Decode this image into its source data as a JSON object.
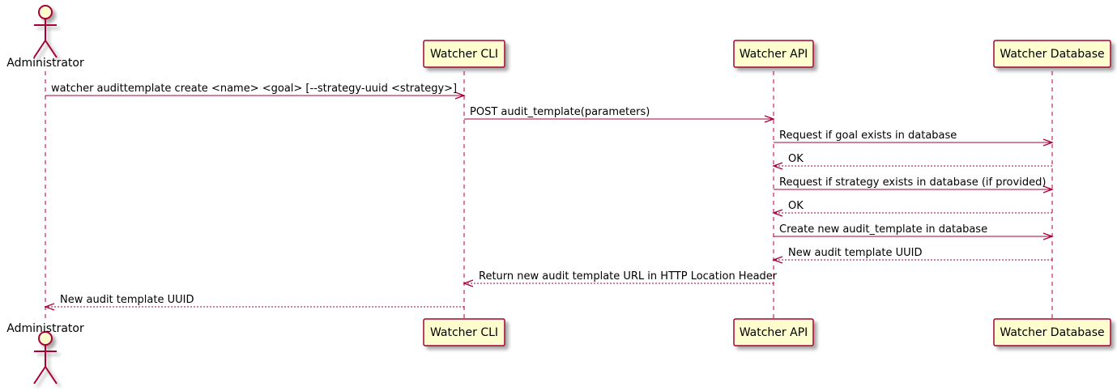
{
  "colors": {
    "line": "#A80036",
    "box_fill": "#FEFECE",
    "box_border": "#A80036",
    "shadow": "#C8C8C8",
    "text": "#000000"
  },
  "participants": [
    {
      "id": "administrator",
      "label": "Administrator",
      "kind": "actor"
    },
    {
      "id": "watcher-cli",
      "label": "Watcher CLI",
      "kind": "participant"
    },
    {
      "id": "watcher-api",
      "label": "Watcher API",
      "kind": "participant"
    },
    {
      "id": "watcher-database",
      "label": "Watcher Database",
      "kind": "participant"
    }
  ],
  "messages": [
    {
      "from": "administrator",
      "to": "watcher-cli",
      "label": "watcher audittemplate create <name> <goal> [--strategy-uuid <strategy>]",
      "style": "solid"
    },
    {
      "from": "watcher-cli",
      "to": "watcher-api",
      "label": "POST audit_template(parameters)",
      "style": "solid"
    },
    {
      "from": "watcher-api",
      "to": "watcher-database",
      "label": "Request if goal exists in database",
      "style": "solid"
    },
    {
      "from": "watcher-database",
      "to": "watcher-api",
      "label": "OK",
      "style": "dashed"
    },
    {
      "from": "watcher-api",
      "to": "watcher-database",
      "label": "Request if strategy exists in database (if provided)",
      "style": "solid"
    },
    {
      "from": "watcher-database",
      "to": "watcher-api",
      "label": "OK",
      "style": "dashed"
    },
    {
      "from": "watcher-api",
      "to": "watcher-database",
      "label": "Create new audit_template in database",
      "style": "solid"
    },
    {
      "from": "watcher-database",
      "to": "watcher-api",
      "label": "New audit template UUID",
      "style": "dashed"
    },
    {
      "from": "watcher-api",
      "to": "watcher-cli",
      "label": "Return new audit template URL in HTTP Location Header",
      "style": "dashed"
    },
    {
      "from": "watcher-cli",
      "to": "administrator",
      "label": "New audit template UUID",
      "style": "dashed"
    }
  ]
}
